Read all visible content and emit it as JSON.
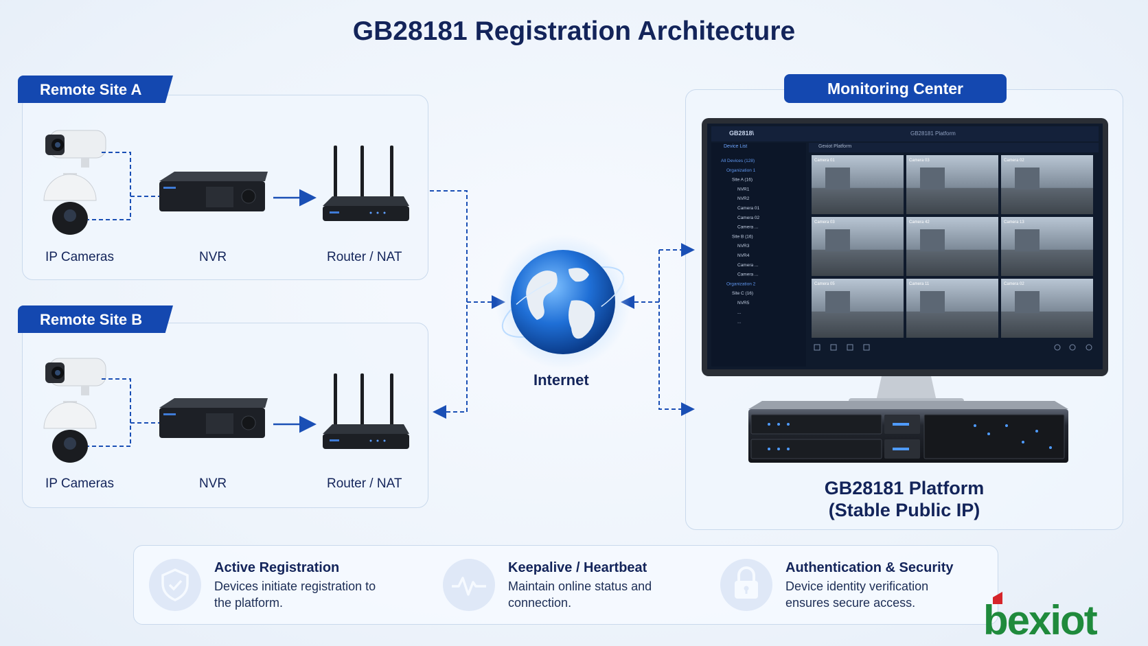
{
  "title": "GB28181 Registration Architecture",
  "site_a": {
    "tab": "Remote Site A",
    "cameras_label": "IP Cameras",
    "nvr_label": "NVR",
    "router_label": "Router / NAT"
  },
  "site_b": {
    "tab": "Remote Site B",
    "cameras_label": "IP Cameras",
    "nvr_label": "NVR",
    "router_label": "Router / NAT"
  },
  "internet_label": "Internet",
  "monitoring": {
    "tab": "Monitoring Center",
    "platform_line1": "GB28181 Platform",
    "platform_line2": "(Stable Public IP)",
    "screen": {
      "app_title": "GB2818\\",
      "center_title": "GB28181 Platform",
      "sidebar_header": "Device List",
      "grid_header": "Gexiot Platform",
      "tree": [
        "All Devices (128)",
        "Organization 1",
        "Site A (16)",
        "NVR1",
        "NVR2",
        "Camera 01",
        "Camera 02",
        "Camera ...",
        "Site B (16)",
        "NVR3",
        "NVR4",
        "Camera ...",
        "Camera ...",
        "Organization 2",
        "Site C (16)",
        "NVR5",
        "...",
        "..."
      ],
      "tiles": [
        "Camera 01",
        "Camera 03",
        "Camera 02",
        "Camera 03",
        "Camera 42",
        "Camera 13",
        "Camera 05",
        "Camera 11",
        "Camera 02"
      ]
    }
  },
  "features": [
    {
      "icon": "shield-check-icon",
      "title": "Active Registration",
      "desc": "Devices initiate registration to the platform."
    },
    {
      "icon": "heartbeat-icon",
      "title": "Keepalive / Heartbeat",
      "desc": "Maintain online status and connection."
    },
    {
      "icon": "lock-icon",
      "title": "Authentication & Security",
      "desc": "Device identity verification ensures secure access."
    }
  ],
  "logo": {
    "text": "bexiot",
    "icon": "bexiot-logo"
  },
  "colors": {
    "accent": "#1448b0",
    "title": "#13245a",
    "arrow": "#1a4fb5",
    "logo_green": "#1f8a3c",
    "logo_red": "#d6252a"
  }
}
